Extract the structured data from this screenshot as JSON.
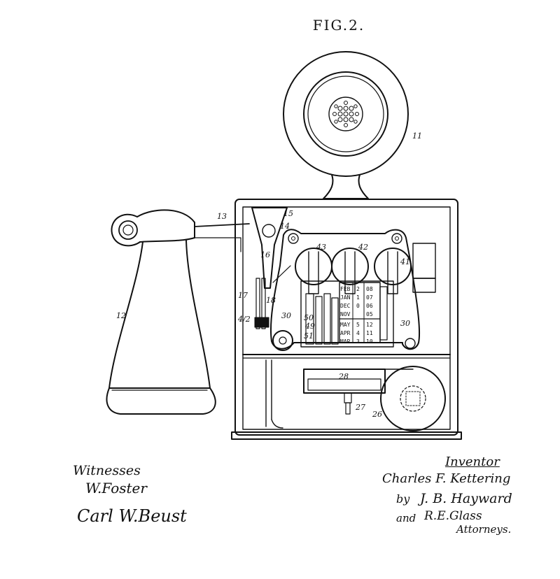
{
  "figure": {
    "title": "FIG.2."
  },
  "labels": {
    "receiver": "11",
    "transmitter_stand": "12",
    "wire": "13",
    "part_14": "14",
    "part_15": "15",
    "part_16": "16",
    "part_17": "17",
    "part_18": "18",
    "part_12_b": "4/2",
    "frame_left": "30",
    "frame_right": "30",
    "drum_43": "43",
    "drum_42": "42",
    "drum_41": "41",
    "part_50": "50",
    "part_49": "49",
    "part_51": "51",
    "block_28": "28",
    "part_27": "27",
    "roll_26": "26"
  },
  "calendar": {
    "months": [
      "FEB",
      "JAN",
      "DEC",
      "NOV",
      "MAY",
      "APR",
      "MAR"
    ],
    "digits_a": [
      "2",
      "1",
      "0",
      "",
      "5",
      "4",
      "3"
    ],
    "digits_b": [
      "08",
      "07",
      "06",
      "05",
      "12",
      "11",
      "10"
    ]
  },
  "signatures": {
    "witnesses_heading": "Witnesses",
    "witness_1": "W.Foster",
    "witness_2": "Carl W.Beust",
    "inventor_heading": "Inventor",
    "inventor_name": "Charles F. Kettering",
    "by_1": "by",
    "attorney_1": "J. B. Hayward",
    "and": "and",
    "attorney_2": "R.E.Glass",
    "attorneys_label": "Attorneys."
  }
}
